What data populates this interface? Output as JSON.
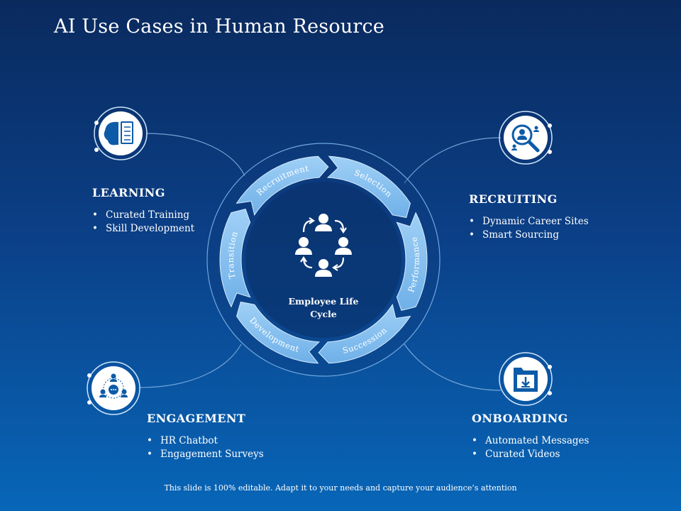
{
  "title": "AI Use Cases in Human Resource",
  "cycle": {
    "center_label": "Employee Life Cycle",
    "stages": [
      "Recruitment",
      "Selection",
      "Performance",
      "Succession",
      "Development",
      "Transition"
    ]
  },
  "use_cases": {
    "learning": {
      "heading": "LEARNING",
      "items": [
        "Curated Training",
        "Skill Development"
      ],
      "icon": "brain-book-icon"
    },
    "recruiting": {
      "heading": "RECRUITING",
      "items": [
        "Dynamic Career Sites",
        "Smart Sourcing"
      ],
      "icon": "person-search-icon"
    },
    "engagement": {
      "heading": "ENGAGEMENT",
      "items": [
        "HR Chatbot",
        "Engagement Surveys"
      ],
      "icon": "team-chat-icon"
    },
    "onboarding": {
      "heading": "ONBOARDING",
      "items": [
        "Automated Messages",
        "Curated Videos"
      ],
      "icon": "folder-download-icon"
    }
  },
  "footer": "This slide is 100% editable. Adapt it to your needs and capture your audience’s attention",
  "colors": {
    "accent": "#8ec5f2",
    "accent_dark": "#5aa3e0",
    "icon_blue": "#0d5ba8"
  }
}
